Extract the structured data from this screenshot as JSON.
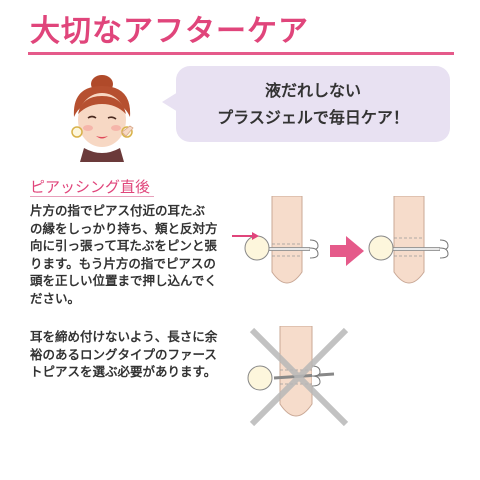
{
  "header": {
    "title": "大切なアフターケア"
  },
  "speech_bubble": {
    "lines": [
      "液だれしない",
      "プラスジェルで毎日ケア！"
    ]
  },
  "section": {
    "heading": "ピアッシング直後",
    "paragraph1_lines": [
      "片方の指でピアス付近の耳たぶ",
      "の縁をしっかり持ち、頬と反対方",
      "向に引っ張って耳たぶをピンと張",
      "ります。もう片方の指でピアスの",
      "頭を正しい位置まで押し込んでく",
      "ださい。"
    ],
    "paragraph2_lines": [
      "耳を締め付けないよう、長さに余",
      "裕のあるロングタイプのファース",
      "トピアスを選ぶ必要があります。"
    ]
  },
  "colors": {
    "accent_pink": "#e0457b",
    "bubble_lavender": "#e8e1f2",
    "skin": "#f6dccb",
    "pearl": "#fdf6dc"
  },
  "icons": [
    "woman-avatar-icon",
    "arrow-right-icon",
    "cross-mark-icon",
    "earring-stud-icon"
  ]
}
